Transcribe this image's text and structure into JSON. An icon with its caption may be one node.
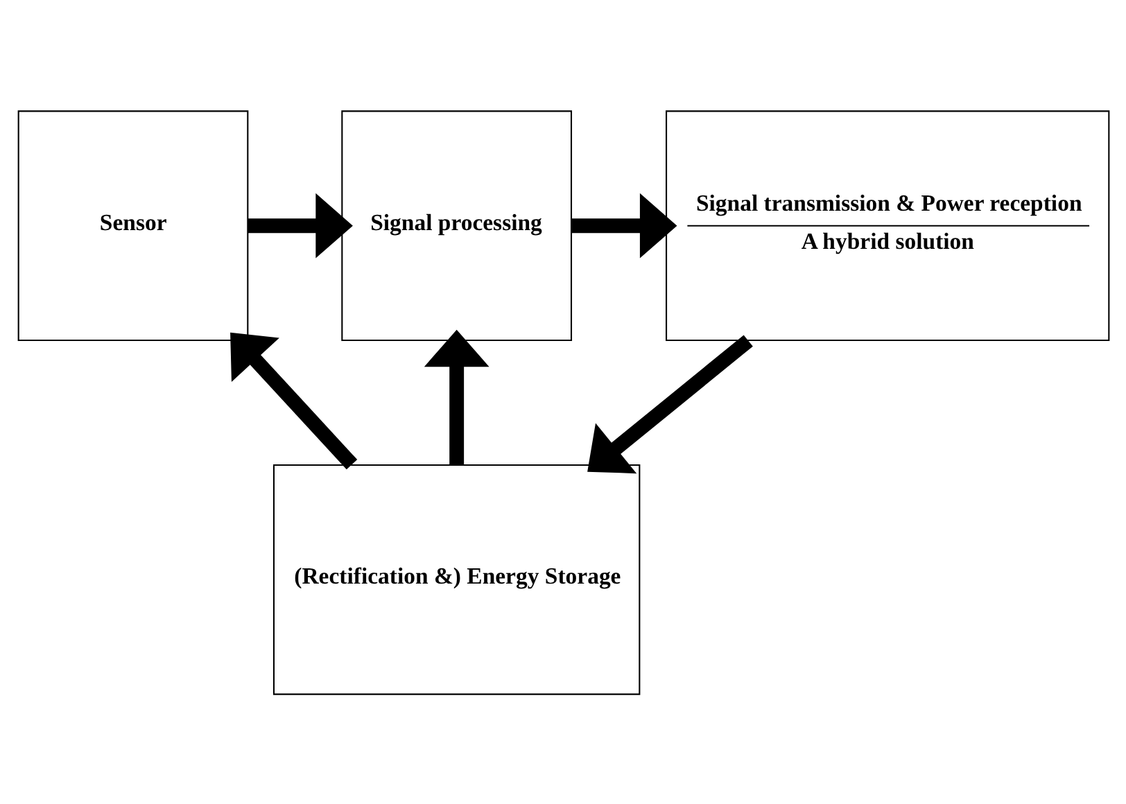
{
  "diagram": {
    "nodes": [
      {
        "text": [
          "Sensor"
        ]
      },
      {
        "text": [
          "Signal processing"
        ]
      },
      {
        "text": [
          "Signal transmission & Power reception",
          "A hybrid solution"
        ]
      },
      {
        "text": [
          "(Rectification &) Energy Storage"
        ]
      }
    ],
    "edges": [
      {
        "from": 0,
        "to": 1,
        "arrow": "to"
      },
      {
        "from": 1,
        "to": 2,
        "arrow": "to"
      },
      {
        "from": 3,
        "to": 0,
        "arrow": "to"
      },
      {
        "from": 3,
        "to": 1,
        "arrow": "to"
      },
      {
        "from": 2,
        "to": 3,
        "arrow": "to"
      }
    ]
  }
}
